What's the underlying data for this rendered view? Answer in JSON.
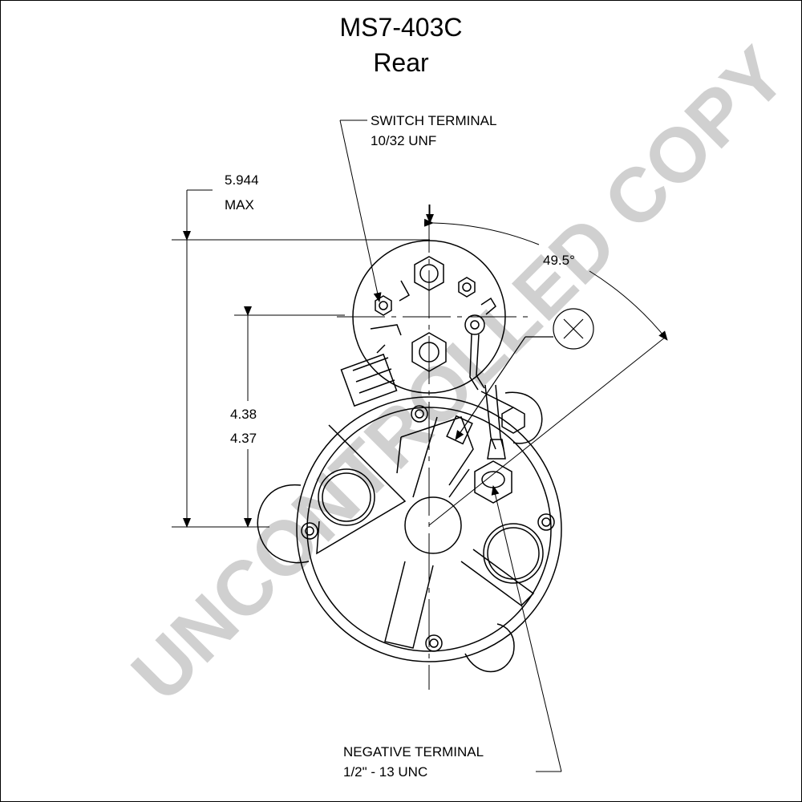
{
  "header": {
    "part_number": "MS7-403C",
    "view": "Rear"
  },
  "dimensions": {
    "height_max_value": "5.944",
    "height_max_label": "MAX",
    "center_height_upper": "4.38",
    "center_height_lower": "4.37",
    "angle": "49.5°"
  },
  "callouts": {
    "switch_terminal_name": "SWITCH TERMINAL",
    "switch_terminal_thread": "10/32 UNF",
    "negative_terminal_name": "NEGATIVE TERMINAL",
    "negative_terminal_thread": "1/2\" - 13 UNC"
  },
  "watermark": "UNCONTROLLED COPY",
  "colors": {
    "line": "#000000",
    "watermark": "#c8c8c8",
    "background": "#ffffff"
  }
}
